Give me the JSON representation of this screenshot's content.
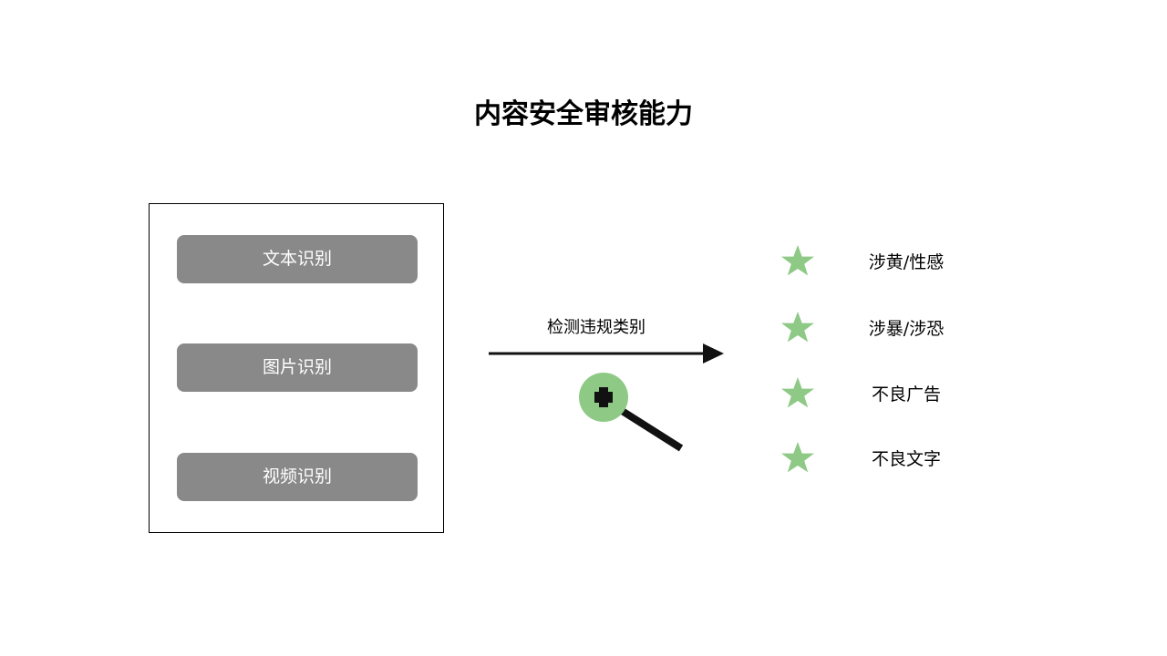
{
  "title": "内容安全审核能力",
  "sources": [
    {
      "label": "文本识别"
    },
    {
      "label": "图片识别"
    },
    {
      "label": "视频识别"
    }
  ],
  "arrow_label": "检测违规类别",
  "results": [
    {
      "label": "涉黄/性感",
      "icon": "star-icon"
    },
    {
      "label": "涉暴/涉恐",
      "icon": "star-icon"
    },
    {
      "label": "不良广告",
      "icon": "star-icon"
    },
    {
      "label": "不良文字",
      "icon": "star-icon"
    }
  ],
  "colors": {
    "pill": "#898989",
    "star": "#8ec986",
    "lens": "#8ec986",
    "line": "#111111"
  }
}
